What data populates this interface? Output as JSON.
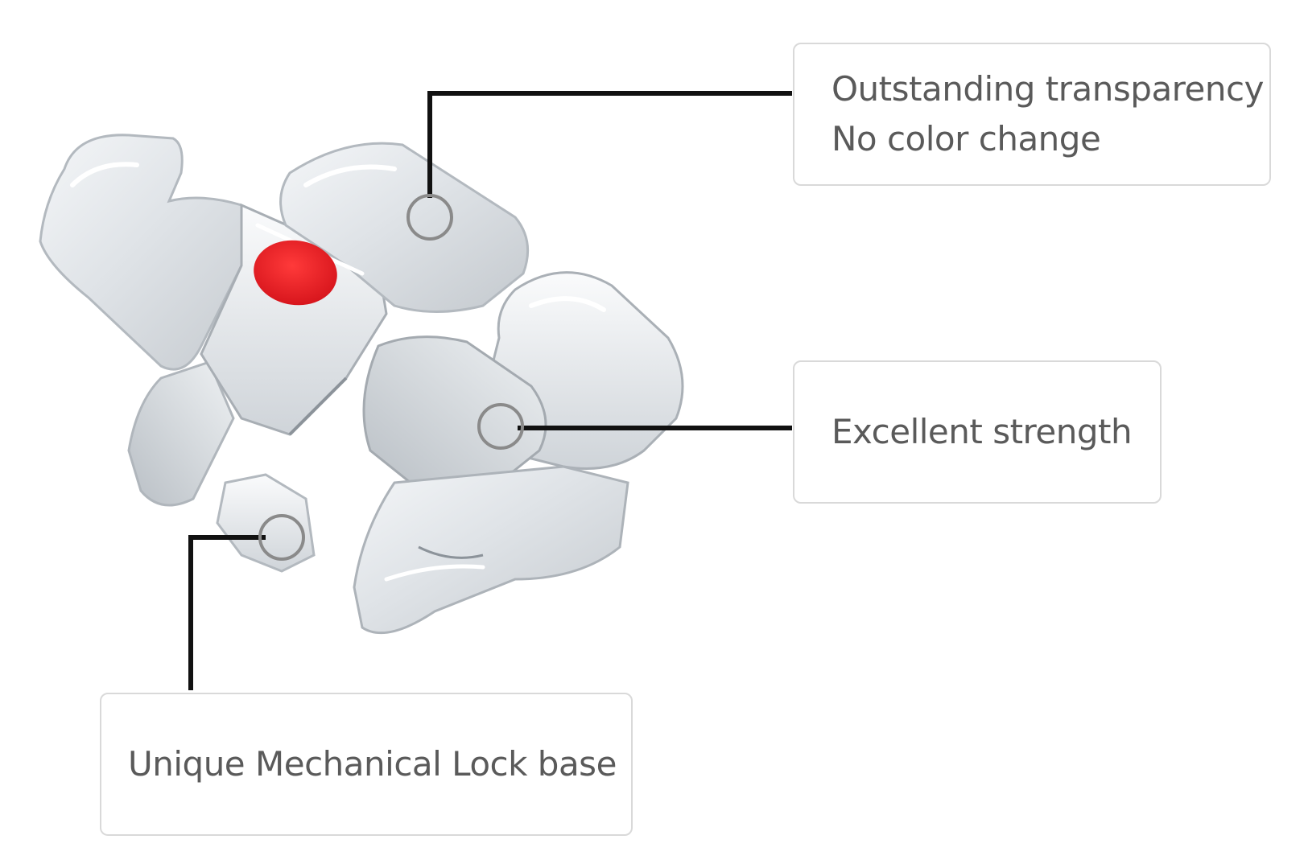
{
  "callouts": {
    "transparency": {
      "line1": "Outstanding transparency",
      "line2": "No color change"
    },
    "strength": {
      "line1": "Excellent strength"
    },
    "lock_base": {
      "line1": "Unique Mechanical Lock base"
    }
  },
  "colors": {
    "leader_line": "#111111",
    "marker_ring": "#8a8a8a",
    "box_border": "#d9d9d9",
    "text": "#5a5a5a",
    "id_dot": "#e8242a"
  },
  "image": {
    "subject": "clear-ceramic-self-ligating-bracket"
  }
}
